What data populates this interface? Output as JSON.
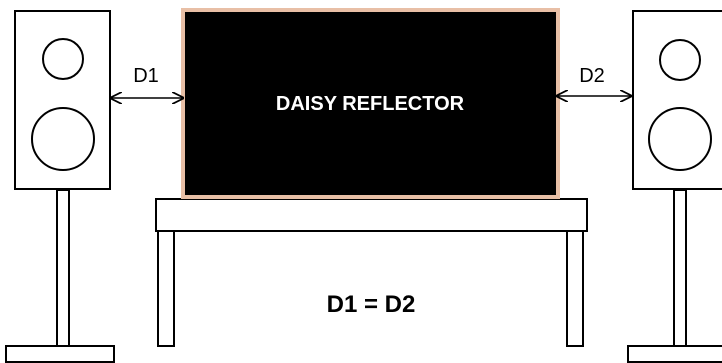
{
  "reflector": {
    "label": "DAISY REFLECTOR"
  },
  "distances": {
    "left_label": "D1",
    "right_label": "D2"
  },
  "equation": "D1 = D2",
  "colors": {
    "panel_fill": "#000000",
    "panel_border": "#e8bfa6",
    "line": "#000000",
    "background": "#ffffff",
    "reflector_text": "#ffffff"
  },
  "icons": {
    "arrow": "double-headed-arrow"
  }
}
